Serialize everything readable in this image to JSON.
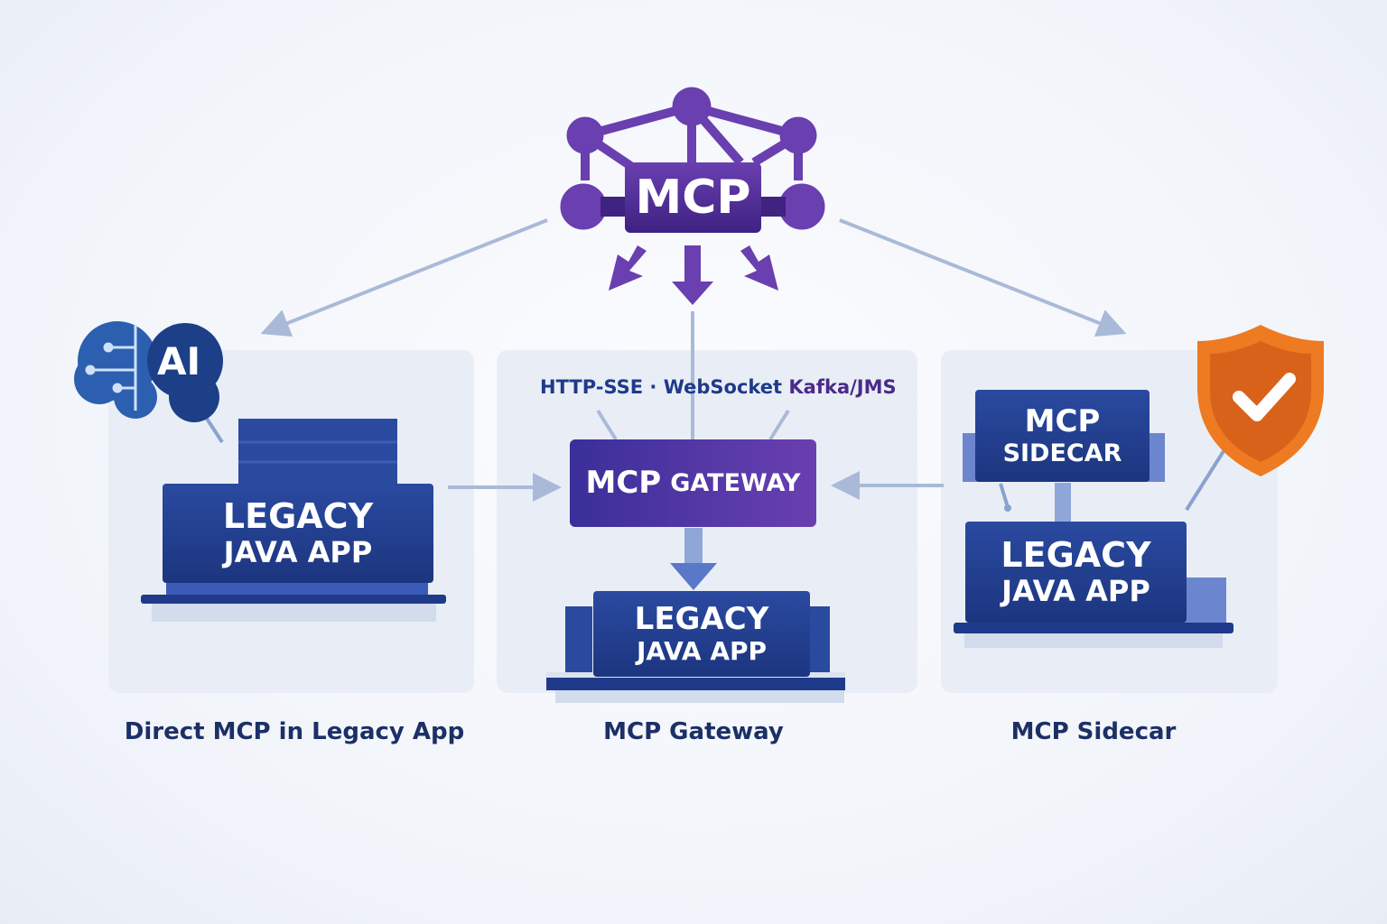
{
  "hub": {
    "label": "MCP",
    "color": "#6a3fb0"
  },
  "protocols": {
    "http": "HTTP-SSE",
    "sep": "·",
    "ws": "WebSocket",
    "kafka": "Kafka/JMS"
  },
  "panels": [
    {
      "caption": "Direct MCP in Legacy App",
      "app_line1": "LEGACY",
      "app_line2": "JAVA APP",
      "badge": "AI"
    },
    {
      "caption": "MCP Gateway",
      "gateway_line1": "MCP",
      "gateway_line2": "GATEWAY",
      "app_line1": "LEGACY",
      "app_line2": "JAVA APP"
    },
    {
      "caption": "MCP Sidecar",
      "sidecar_line1": "MCP",
      "sidecar_line2": "SIDECAR",
      "app_line1": "LEGACY",
      "app_line2": "JAVA APP"
    }
  ],
  "colors": {
    "navy": "#1f3a8a",
    "purple": "#5b36a8",
    "connector": "#a9bad8",
    "shield": "#ee7a22"
  }
}
